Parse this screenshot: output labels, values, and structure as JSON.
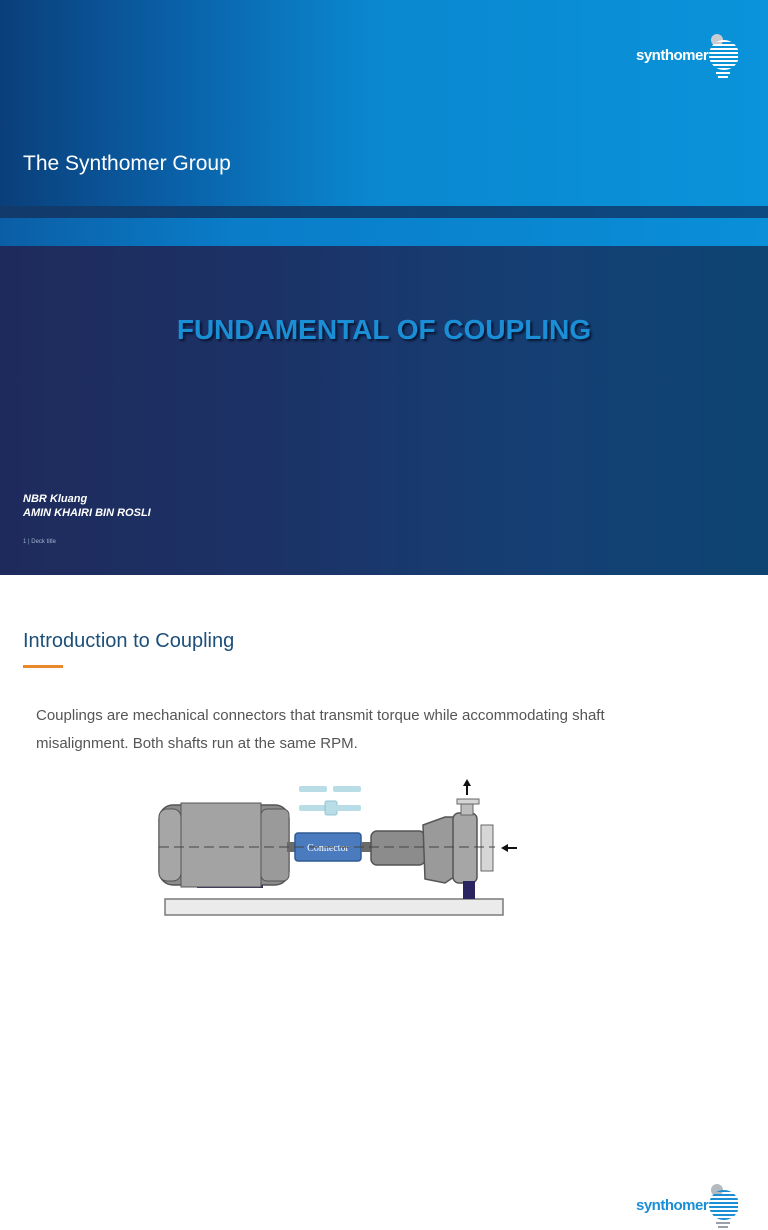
{
  "slide1": {
    "logo_text": "synthomer",
    "company": "The Synthomer Group",
    "title": "FUNDAMENTAL OF COUPLING",
    "author_line1": "NBR Kluang",
    "author_line2": "AMIN KHAIRI BIN ROSLI",
    "footer": "1 | Deck title",
    "colors": {
      "title": "#1a8fd6",
      "top_band": "#0a93da",
      "bottom_band": "#1e2a5c"
    }
  },
  "slide2": {
    "logo_text": "synthomer",
    "title": "Introduction to Coupling",
    "body": "Couplings are mechanical connectors that transmit torque while accommodating shaft misalignment. Both shafts run at the same RPM.",
    "diagram": {
      "connector_label": "Connector"
    },
    "colors": {
      "title": "#1d4f7a",
      "accent": "#e88a2a",
      "connector": "#4a7bbf"
    }
  }
}
